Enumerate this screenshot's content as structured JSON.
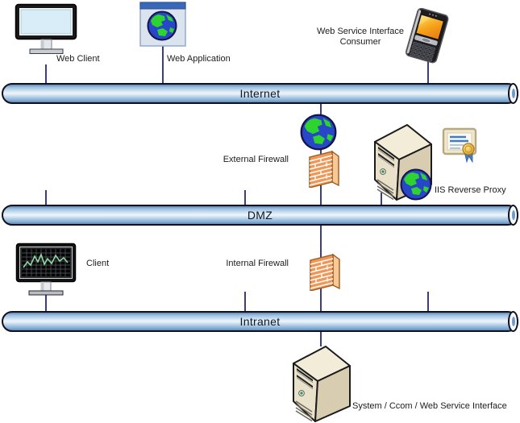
{
  "zones": {
    "internet": {
      "label": "Internet"
    },
    "dmz": {
      "label": "DMZ"
    },
    "intranet": {
      "label": "Intranet"
    }
  },
  "nodes": {
    "web_client": {
      "label": "Web Client"
    },
    "web_application": {
      "label": "Web Application"
    },
    "ws_consumer": {
      "label": "Web Service Interface Consumer"
    },
    "external_firewall": {
      "label": "External Firewall"
    },
    "iis_reverse_proxy": {
      "label": "IIS Reverse Proxy"
    },
    "client": {
      "label": "Client"
    },
    "internal_firewall": {
      "label": "Internal Firewall"
    },
    "system": {
      "label": "System / Ccom / Web Service Interface"
    }
  },
  "icons": {
    "web_client": "desktop-monitor-icon",
    "web_application": "browser-globe-icon",
    "ws_consumer": "smartphone-icon",
    "internet_gateway": "globe-icon",
    "external_firewall": "firewall-brick-icon",
    "iis_reverse_proxy": "server-tower-globe-icon",
    "certificate": "certificate-seal-icon",
    "client": "monitor-chart-icon",
    "internal_firewall": "firewall-brick-icon",
    "system": "server-tower-icon"
  },
  "colors": {
    "pipe_outline": "#10101e",
    "pipe_light": "#eef5fb",
    "pipe_dark": "#5c88b8",
    "connector": "#3d3d7d",
    "firewall_orange": "#f09756",
    "server_beige": "#e9e1ca",
    "globe_ocean": "#2746c8",
    "globe_land": "#2fd32f",
    "browser_titlebar": "#3a68b8",
    "screen_blue": "#d9edf8",
    "chart_green": "#8fd8a8",
    "seal_gold": "#e8a822",
    "ribbon_blue": "#4a7ec2"
  }
}
